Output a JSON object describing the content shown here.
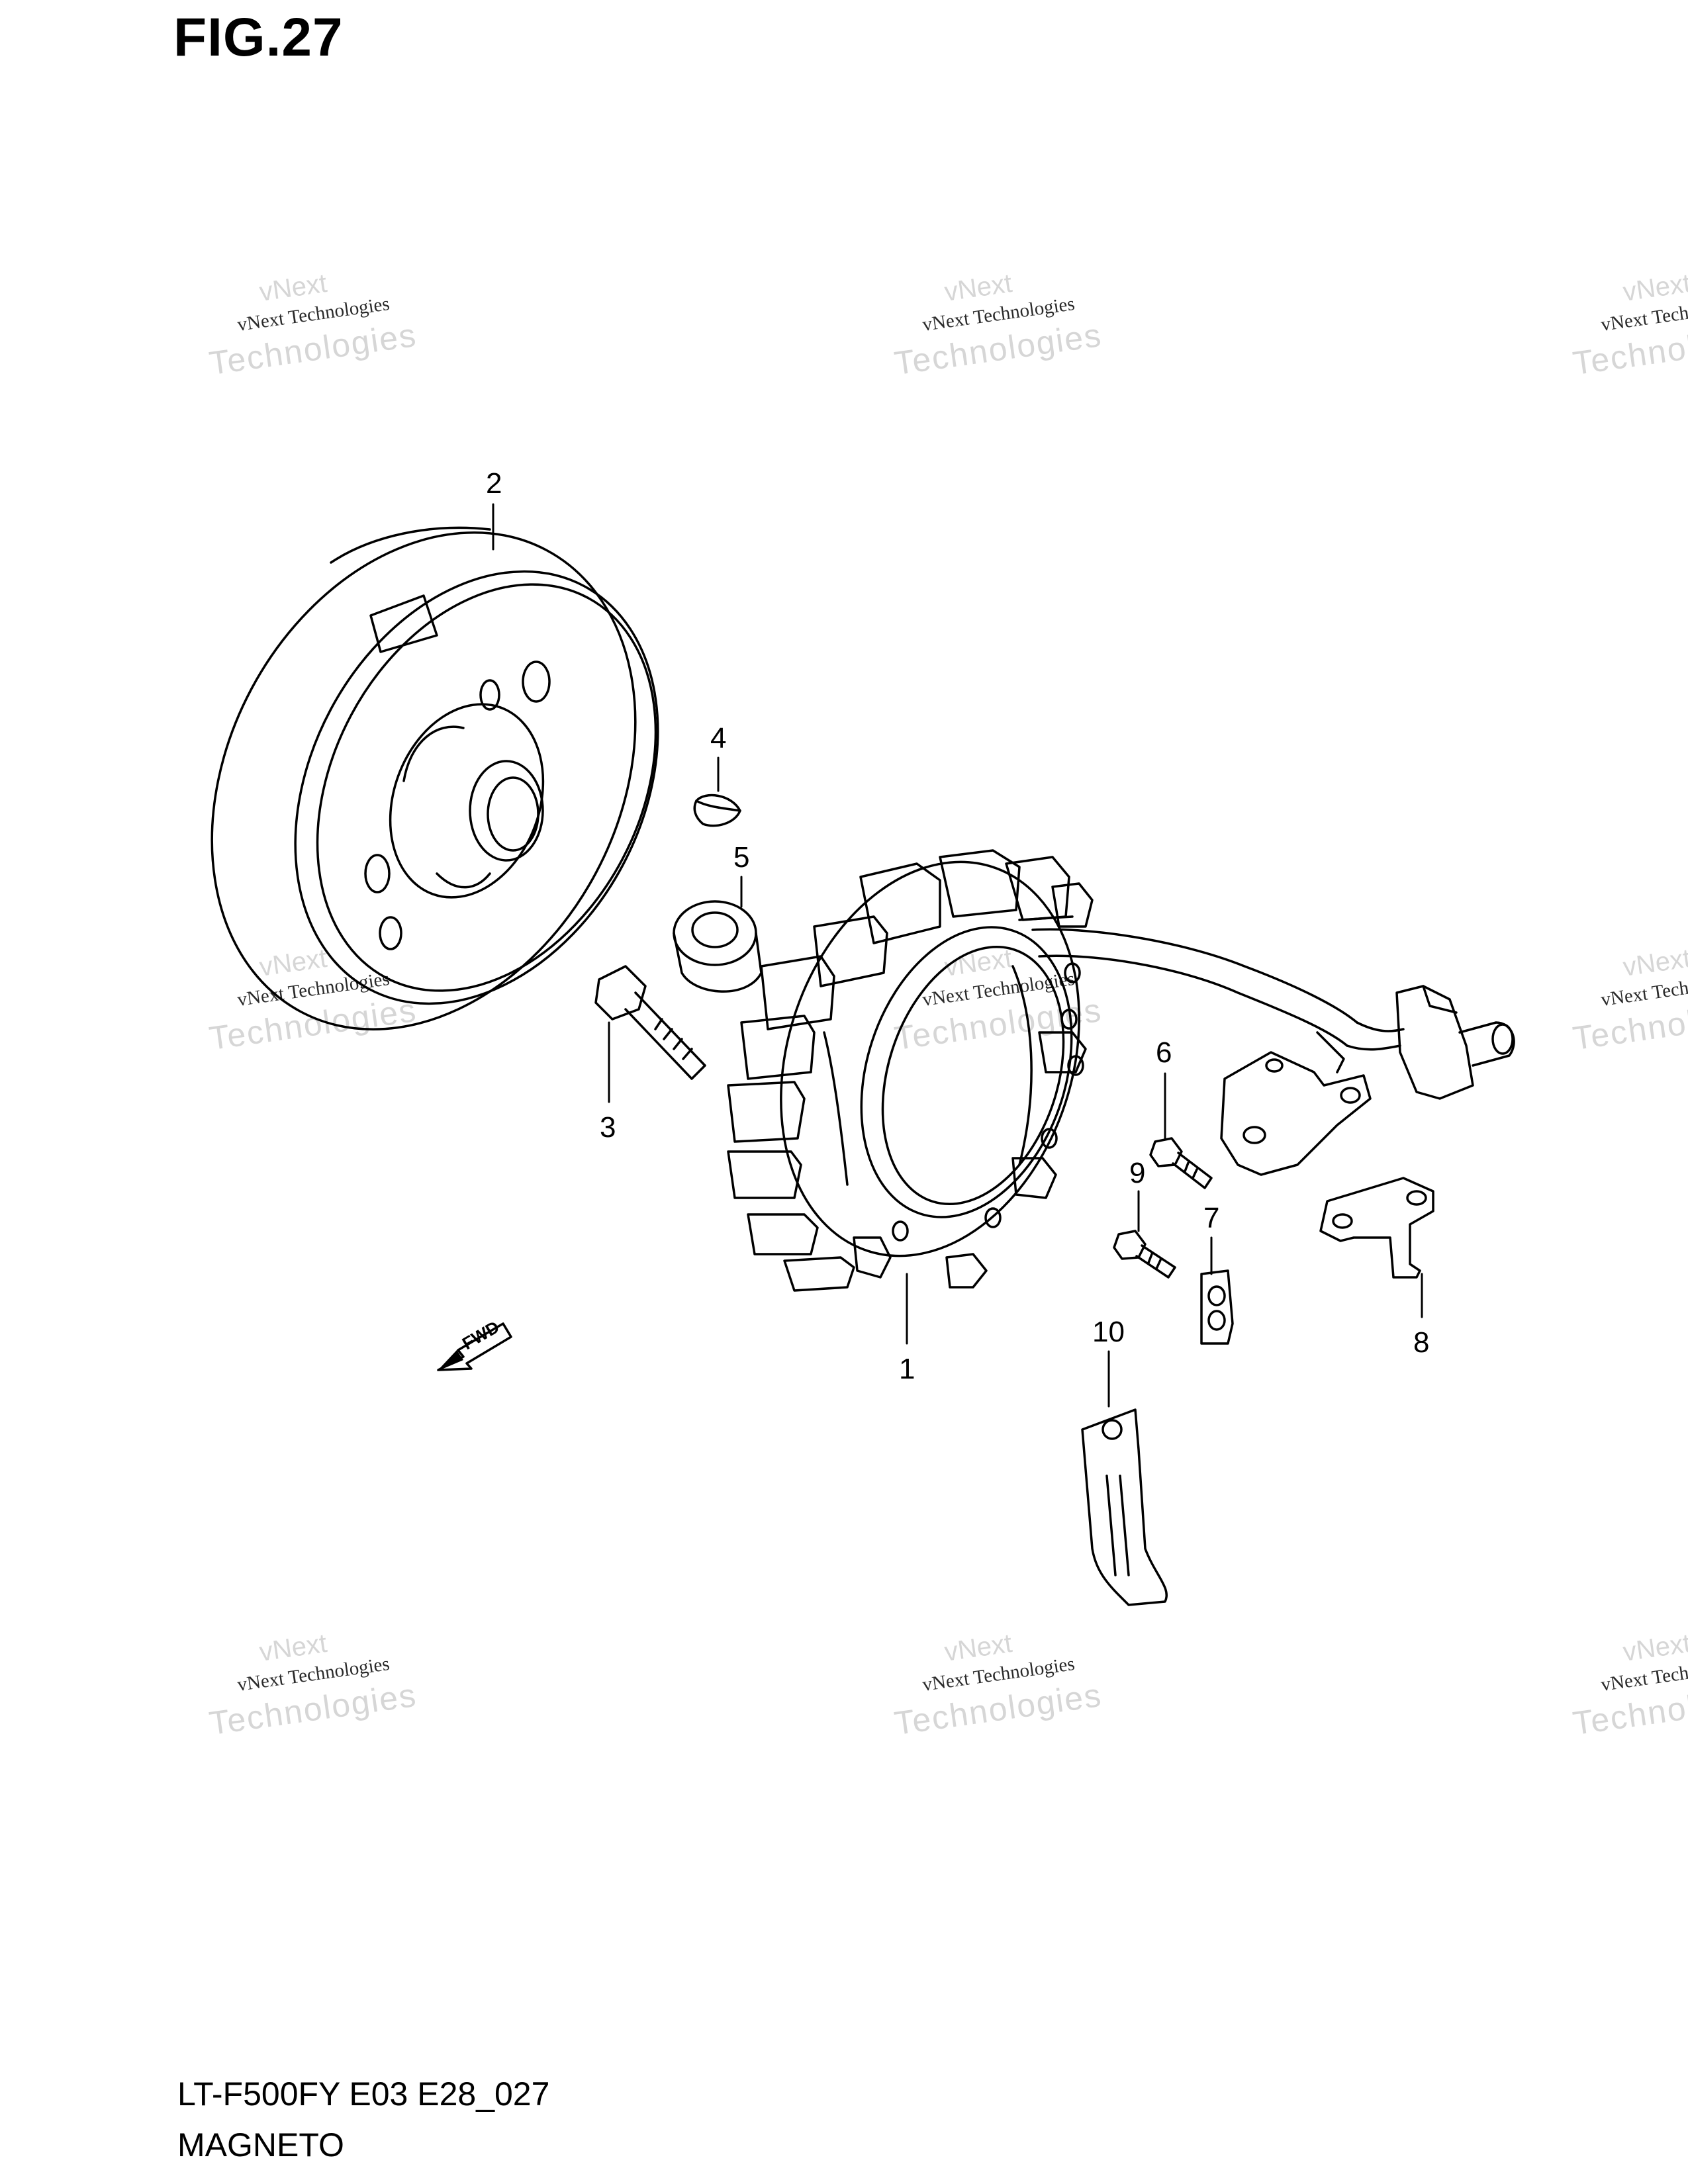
{
  "figure": {
    "title": "FIG.27",
    "code": "LT-F500FY E03 E28_027",
    "name": "MAGNETO"
  },
  "fwd_label": "FWD",
  "watermark": {
    "line1": "vNext Technologies",
    "line2": "Technologies",
    "line3": "vNext"
  },
  "callouts": [
    "1",
    "2",
    "3",
    "4",
    "5",
    "6",
    "7",
    "8",
    "9",
    "10"
  ]
}
